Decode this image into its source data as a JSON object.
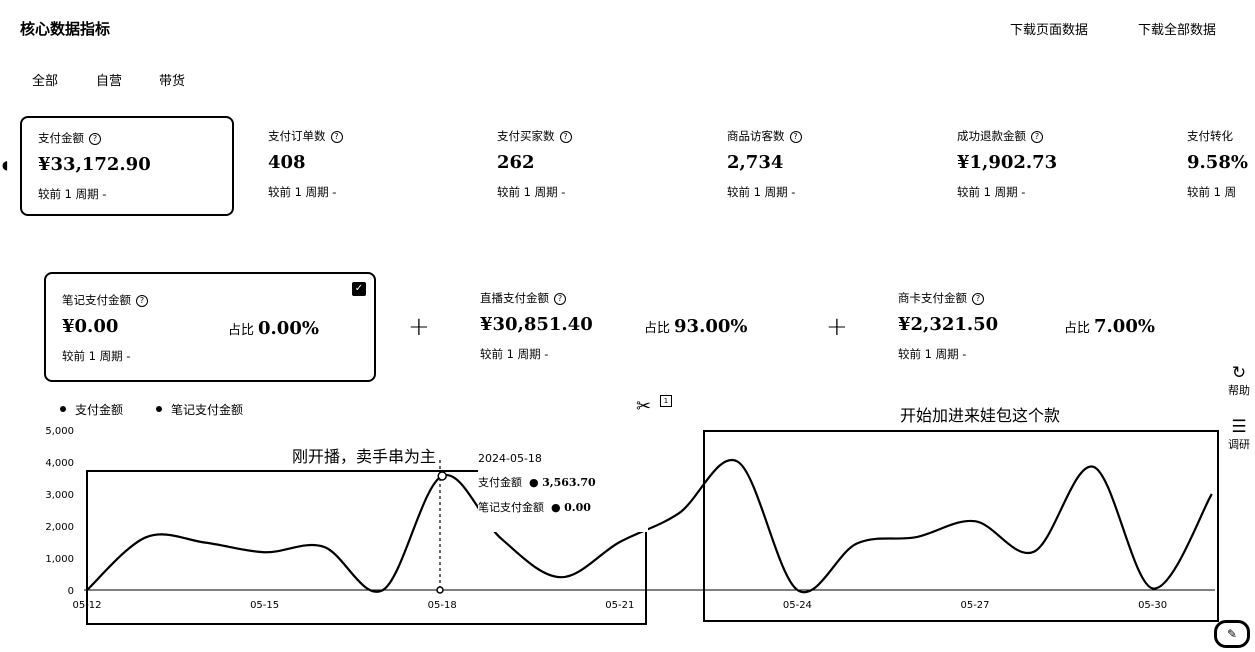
{
  "header": {
    "title": "核心数据指标",
    "download_page": "下载页面数据",
    "download_all": "下载全部数据"
  },
  "tabs": [
    {
      "label": "全部",
      "selected": true
    },
    {
      "label": "自营",
      "selected": false
    },
    {
      "label": "带货",
      "selected": false
    }
  ],
  "metrics": [
    {
      "label": "支付金额",
      "value": "¥33,172.90",
      "compare": "较前 1 周期 -",
      "selected": true
    },
    {
      "label": "支付订单数",
      "value": "408",
      "compare": "较前 1 周期 -"
    },
    {
      "label": "支付买家数",
      "value": "262",
      "compare": "较前 1 周期 -"
    },
    {
      "label": "商品访客数",
      "value": "2,734",
      "compare": "较前 1 周期 -"
    },
    {
      "label": "成功退款金额",
      "value": "¥1,902.73",
      "compare": "较前 1 周期 -"
    },
    {
      "label": "支付转化",
      "value": "9.58%",
      "compare": "较前 1 周"
    }
  ],
  "sub_metrics": [
    {
      "label": "笔记支付金额",
      "value": "¥0.00",
      "share_label": "占比",
      "share": "0.00%",
      "compare": "较前 1 周期 -",
      "selected": true
    },
    {
      "label": "直播支付金额",
      "value": "¥30,851.40",
      "share_label": "占比",
      "share": "93.00%",
      "compare": "较前 1 周期 -"
    },
    {
      "label": "商卡支付金额",
      "value": "¥2,321.50",
      "share_label": "占比",
      "share": "7.00%",
      "compare": "较前 1 周期 -"
    }
  ],
  "plus_sign": "+",
  "legend": [
    "支付金额",
    "笔记支付金额"
  ],
  "annotations": {
    "left": "刚开播，卖手串为主",
    "right": "开始加进来娃包这个款"
  },
  "tooltip": {
    "date": "2024-05-18",
    "rows": [
      {
        "label": "支付金额",
        "value": "3,563.70"
      },
      {
        "label": "笔记支付金额",
        "value": "0.00"
      }
    ]
  },
  "side_buttons": [
    {
      "label": "帮助",
      "icon": "refresh-icon"
    },
    {
      "label": "调研",
      "icon": "survey-icon"
    }
  ],
  "chart_data": {
    "type": "line",
    "x_ticks": [
      "05-12",
      "05-15",
      "05-18",
      "05-21",
      "05-24",
      "05-27",
      "05-30"
    ],
    "y_ticks": [
      "0",
      "1,000",
      "2,000",
      "3,000",
      "4,000",
      "5,000"
    ],
    "ylim": [
      0,
      5000
    ],
    "x": [
      "05-12",
      "05-13",
      "05-14",
      "05-15",
      "05-16",
      "05-17",
      "05-18",
      "05-19",
      "05-20",
      "05-21",
      "05-22",
      "05-23",
      "05-24",
      "05-25",
      "05-26",
      "05-27",
      "05-28",
      "05-29",
      "05-30",
      "05-31"
    ],
    "series": [
      {
        "name": "支付金额",
        "values": [
          0,
          1650,
          1480,
          1180,
          1350,
          0,
          3564,
          1600,
          400,
          1500,
          2400,
          4000,
          0,
          1450,
          1650,
          2150,
          1200,
          3850,
          50,
          3000
        ]
      },
      {
        "name": "笔记支付金额",
        "values": [
          0,
          0,
          0,
          0,
          0,
          0,
          0,
          0,
          0,
          0,
          0,
          0,
          0,
          0,
          0,
          0,
          0,
          0,
          0,
          0
        ]
      }
    ],
    "grid": false,
    "legend_position": "top-left"
  }
}
